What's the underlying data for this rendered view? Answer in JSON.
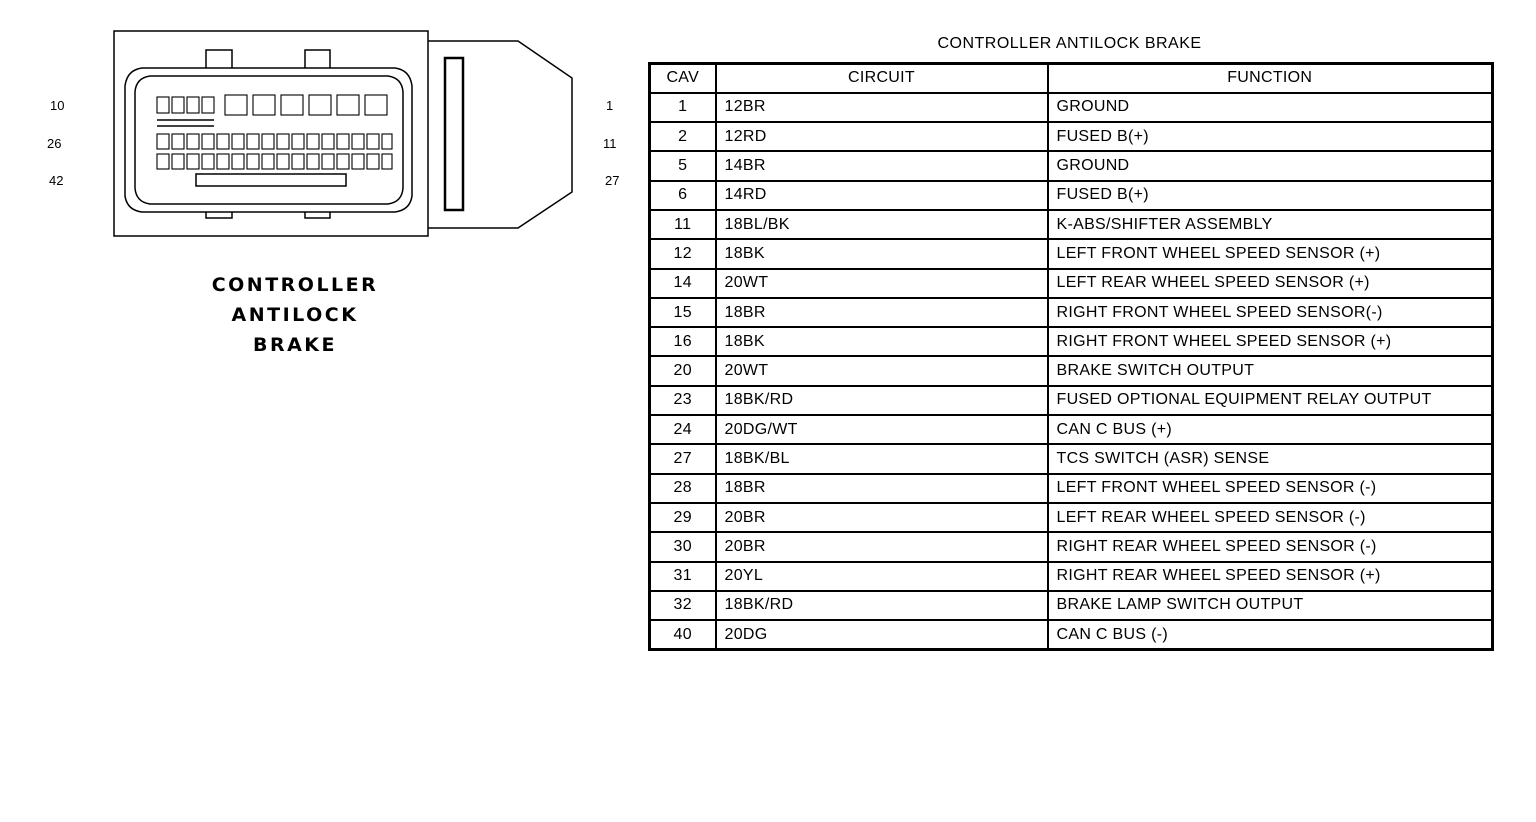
{
  "connector": {
    "left_labels": [
      "10",
      "26",
      "42"
    ],
    "right_labels": [
      "1",
      "11",
      "27"
    ],
    "caption": [
      "CONTROLLER",
      "ANTILOCK",
      "BRAKE"
    ]
  },
  "table": {
    "title": "CONTROLLER ANTILOCK BRAKE",
    "headers": {
      "cav": "CAV",
      "circuit": "CIRCUIT",
      "function": "FUNCTION"
    },
    "rows": [
      {
        "cav": "1",
        "circuit": "12BR",
        "function": "GROUND"
      },
      {
        "cav": "2",
        "circuit": "12RD",
        "function": "FUSED B(+)"
      },
      {
        "cav": "5",
        "circuit": "14BR",
        "function": "GROUND"
      },
      {
        "cav": "6",
        "circuit": "14RD",
        "function": "FUSED B(+)"
      },
      {
        "cav": "11",
        "circuit": "18BL/BK",
        "function": "K-ABS/SHIFTER ASSEMBLY"
      },
      {
        "cav": "12",
        "circuit": "18BK",
        "function": "LEFT FRONT WHEEL SPEED SENSOR (+)"
      },
      {
        "cav": "14",
        "circuit": "20WT",
        "function": "LEFT REAR WHEEL SPEED SENSOR (+)"
      },
      {
        "cav": "15",
        "circuit": "18BR",
        "function": "RIGHT FRONT WHEEL SPEED SENSOR(-)"
      },
      {
        "cav": "16",
        "circuit": "18BK",
        "function": "RIGHT FRONT WHEEL SPEED SENSOR (+)"
      },
      {
        "cav": "20",
        "circuit": "20WT",
        "function": "BRAKE SWITCH OUTPUT"
      },
      {
        "cav": "23",
        "circuit": "18BK/RD",
        "function": "FUSED OPTIONAL EQUIPMENT RELAY OUTPUT"
      },
      {
        "cav": "24",
        "circuit": "20DG/WT",
        "function": "CAN C BUS (+)"
      },
      {
        "cav": "27",
        "circuit": "18BK/BL",
        "function": "TCS SWITCH (ASR) SENSE"
      },
      {
        "cav": "28",
        "circuit": "18BR",
        "function": "LEFT FRONT WHEEL SPEED SENSOR (-)"
      },
      {
        "cav": "29",
        "circuit": "20BR",
        "function": "LEFT REAR WHEEL SPEED SENSOR (-)"
      },
      {
        "cav": "30",
        "circuit": "20BR",
        "function": "RIGHT REAR WHEEL SPEED SENSOR (-)"
      },
      {
        "cav": "31",
        "circuit": "20YL",
        "function": "RIGHT REAR WHEEL SPEED SENSOR (+)"
      },
      {
        "cav": "32",
        "circuit": "18BK/RD",
        "function": "BRAKE LAMP SWITCH OUTPUT"
      },
      {
        "cav": "40",
        "circuit": "20DG",
        "function": "CAN C BUS (-)"
      }
    ]
  }
}
